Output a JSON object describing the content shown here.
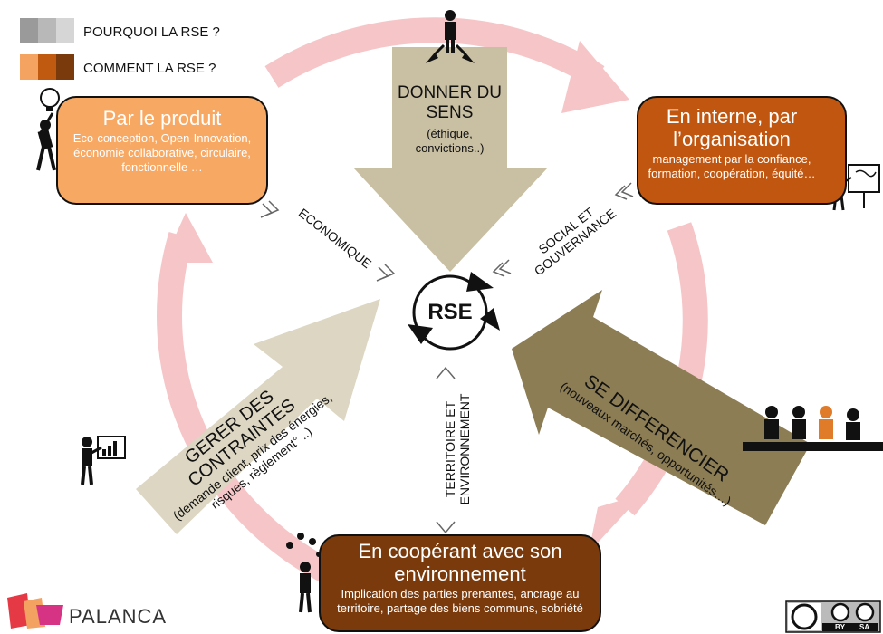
{
  "legend": {
    "why": {
      "label": "POURQUOI LA RSE ?",
      "colors": [
        "#9a9a9a",
        "#b8b8b8",
        "#d6d6d6"
      ]
    },
    "how": {
      "label": "COMMENT LA RSE ?",
      "colors": [
        "#f4a460",
        "#c05a10",
        "#7a3a0c"
      ]
    }
  },
  "center": {
    "label": "RSE"
  },
  "boxes": {
    "product": {
      "title": "Par le produit",
      "desc": "Eco-conception, Open-Innovation, économie collaborative, circulaire, fonctionnelle …",
      "color": "#f7a863"
    },
    "internal": {
      "title": "En interne, par l’organisation",
      "desc": "management par la confiance, formation, coopération, équité…",
      "color": "#c0560f"
    },
    "coop": {
      "title": "En coopérant avec son environnement",
      "desc": "Implication des parties prenantes, ancrage au territoire, partage des biens communs, sobriété",
      "color": "#7a3a0c"
    }
  },
  "arrows": {
    "sens": {
      "title": "DONNER DU SENS",
      "sub": "(éthique, convictions..)",
      "color": "#c9bfa3"
    },
    "contraintes": {
      "title": "GERER DES CONTRAINTES",
      "sub": "(demande client, prix des énergies, risques, règlement° ..)",
      "color": "#dcd6c2"
    },
    "differencier": {
      "title": "SE DIFFERENCIER",
      "sub": "(nouveaux marchés, opportunités…)",
      "color": "#8c7d55"
    }
  },
  "axes": {
    "economique": "ECONOMIQUE",
    "social": [
      "SOCIAL ET",
      "GOUVERNANCE"
    ],
    "territoire": [
      "TERRITOIRE ET",
      "ENVIRONNEMENT"
    ]
  },
  "colors": {
    "cycle": "#f6c5c7",
    "highlight": "#e07b2a"
  },
  "logo": {
    "text": "PALANCA"
  },
  "license": {
    "by": "BY",
    "sa": "SA"
  },
  "icons": [
    "person-arrows-icon",
    "lightbulb-person-icon",
    "presenter-board-icon",
    "presenter-chart-icon",
    "juggler-icon",
    "audience-icon",
    "palanca-logo",
    "cc-license-badge"
  ]
}
